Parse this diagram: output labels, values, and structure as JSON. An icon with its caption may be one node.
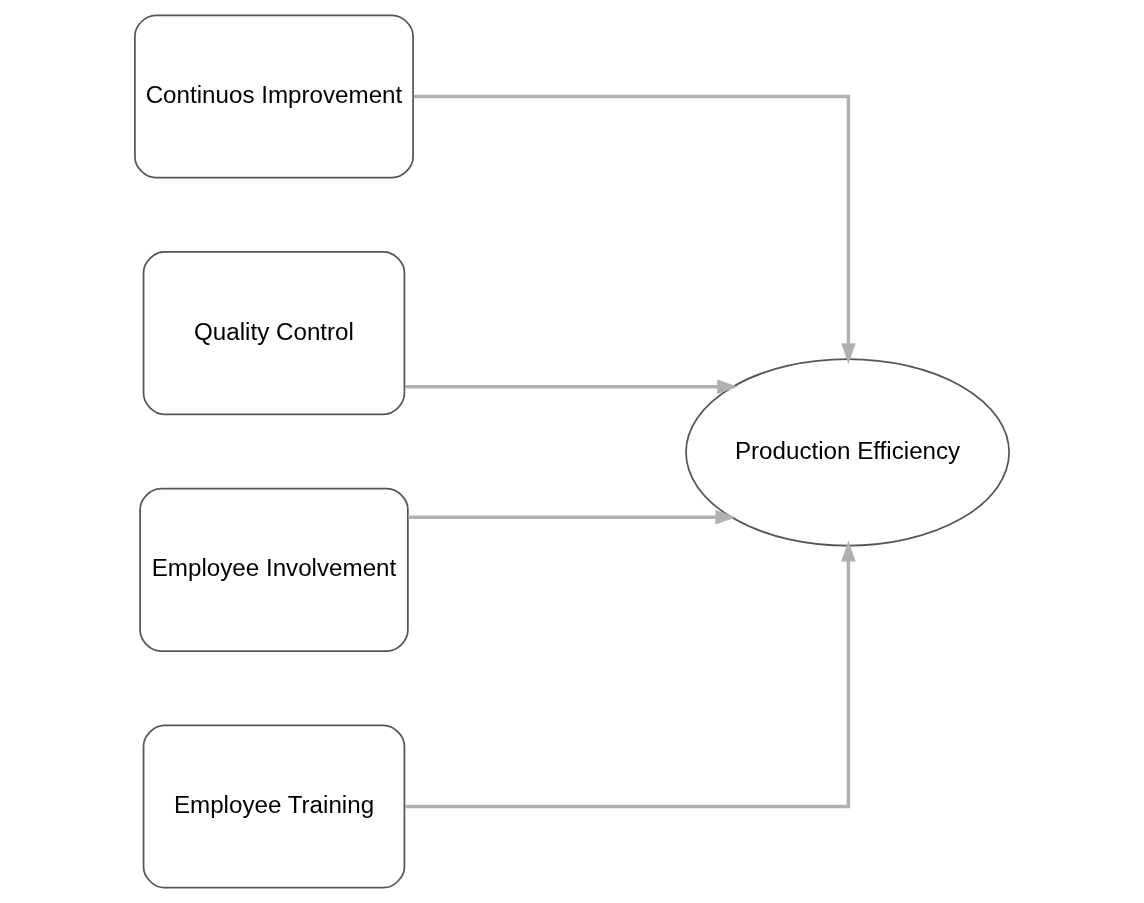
{
  "diagram": {
    "nodes": [
      {
        "text": [
          "Continuos Improvement"
        ]
      },
      {
        "text": [
          "Quality Control"
        ]
      },
      {
        "text": [
          "Employee Involvement"
        ]
      },
      {
        "text": [
          "Employee Training"
        ]
      },
      {
        "text": [
          "Production Efficiency"
        ]
      }
    ],
    "edges": [
      {
        "from": 0,
        "to": 4,
        "arrow": "to"
      },
      {
        "from": 1,
        "to": 4,
        "arrow": "to"
      },
      {
        "from": 2,
        "to": 4,
        "arrow": "to"
      },
      {
        "from": 3,
        "to": 4,
        "arrow": "to"
      }
    ]
  }
}
